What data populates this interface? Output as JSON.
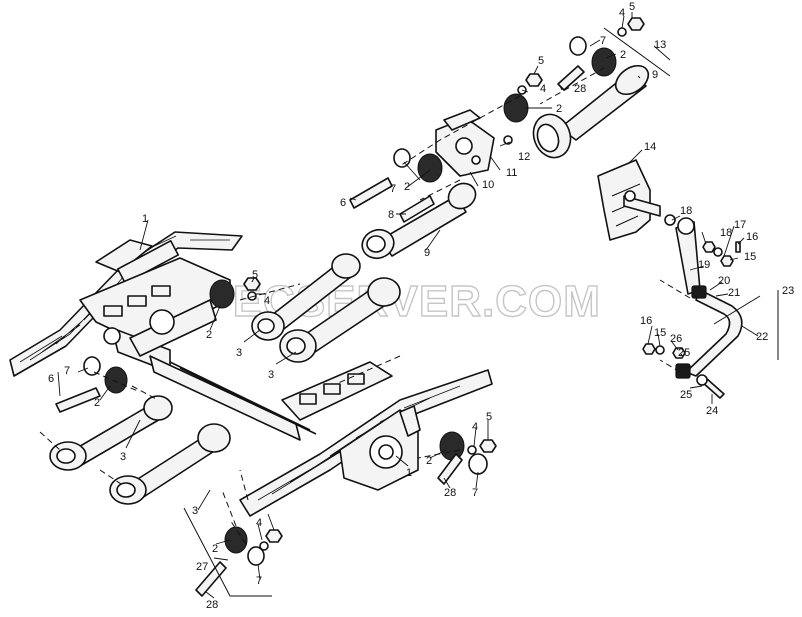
{
  "watermark": "SPECSERVER.COM",
  "callouts": [
    {
      "id": "c1",
      "text": "5"
    },
    {
      "id": "c2",
      "text": "4"
    },
    {
      "id": "c3",
      "text": "7"
    },
    {
      "id": "c4",
      "text": "2"
    },
    {
      "id": "c5",
      "text": "13"
    },
    {
      "id": "c6",
      "text": "5"
    },
    {
      "id": "c7",
      "text": "4"
    },
    {
      "id": "c8",
      "text": "9"
    },
    {
      "id": "c9",
      "text": "28"
    },
    {
      "id": "c10",
      "text": "2"
    },
    {
      "id": "c11",
      "text": "12"
    },
    {
      "id": "c12",
      "text": "11"
    },
    {
      "id": "c13",
      "text": "7"
    },
    {
      "id": "c14",
      "text": "2"
    },
    {
      "id": "c15",
      "text": "10"
    },
    {
      "id": "c16",
      "text": "6"
    },
    {
      "id": "c17",
      "text": "8"
    },
    {
      "id": "c18",
      "text": "9"
    },
    {
      "id": "c19",
      "text": "14"
    },
    {
      "id": "c20",
      "text": "18"
    },
    {
      "id": "c21",
      "text": "18"
    },
    {
      "id": "c22",
      "text": "17"
    },
    {
      "id": "c23",
      "text": "16"
    },
    {
      "id": "c24",
      "text": "15"
    },
    {
      "id": "c25",
      "text": "19"
    },
    {
      "id": "c26",
      "text": "20"
    },
    {
      "id": "c27",
      "text": "21"
    },
    {
      "id": "c28",
      "text": "23"
    },
    {
      "id": "c29",
      "text": "22"
    },
    {
      "id": "c30",
      "text": "16"
    },
    {
      "id": "c31",
      "text": "15"
    },
    {
      "id": "c32",
      "text": "26"
    },
    {
      "id": "c33",
      "text": "25"
    },
    {
      "id": "c34",
      "text": "25"
    },
    {
      "id": "c35",
      "text": "24"
    },
    {
      "id": "c36",
      "text": "1"
    },
    {
      "id": "c37",
      "text": "5"
    },
    {
      "id": "c38",
      "text": "4"
    },
    {
      "id": "c39",
      "text": "2"
    },
    {
      "id": "c40",
      "text": "3"
    },
    {
      "id": "c41",
      "text": "3"
    },
    {
      "id": "c42",
      "text": "7"
    },
    {
      "id": "c43",
      "text": "6"
    },
    {
      "id": "c44",
      "text": "2"
    },
    {
      "id": "c45",
      "text": "3"
    },
    {
      "id": "c46",
      "text": "3"
    },
    {
      "id": "c47",
      "text": "1"
    },
    {
      "id": "c48",
      "text": "5"
    },
    {
      "id": "c49",
      "text": "4"
    },
    {
      "id": "c50",
      "text": "2"
    },
    {
      "id": "c51",
      "text": "28"
    },
    {
      "id": "c52",
      "text": "7"
    },
    {
      "id": "c53",
      "text": "4"
    },
    {
      "id": "c54",
      "text": "2"
    },
    {
      "id": "c55",
      "text": "27"
    },
    {
      "id": "c56",
      "text": "7"
    },
    {
      "id": "c57",
      "text": "28"
    }
  ]
}
